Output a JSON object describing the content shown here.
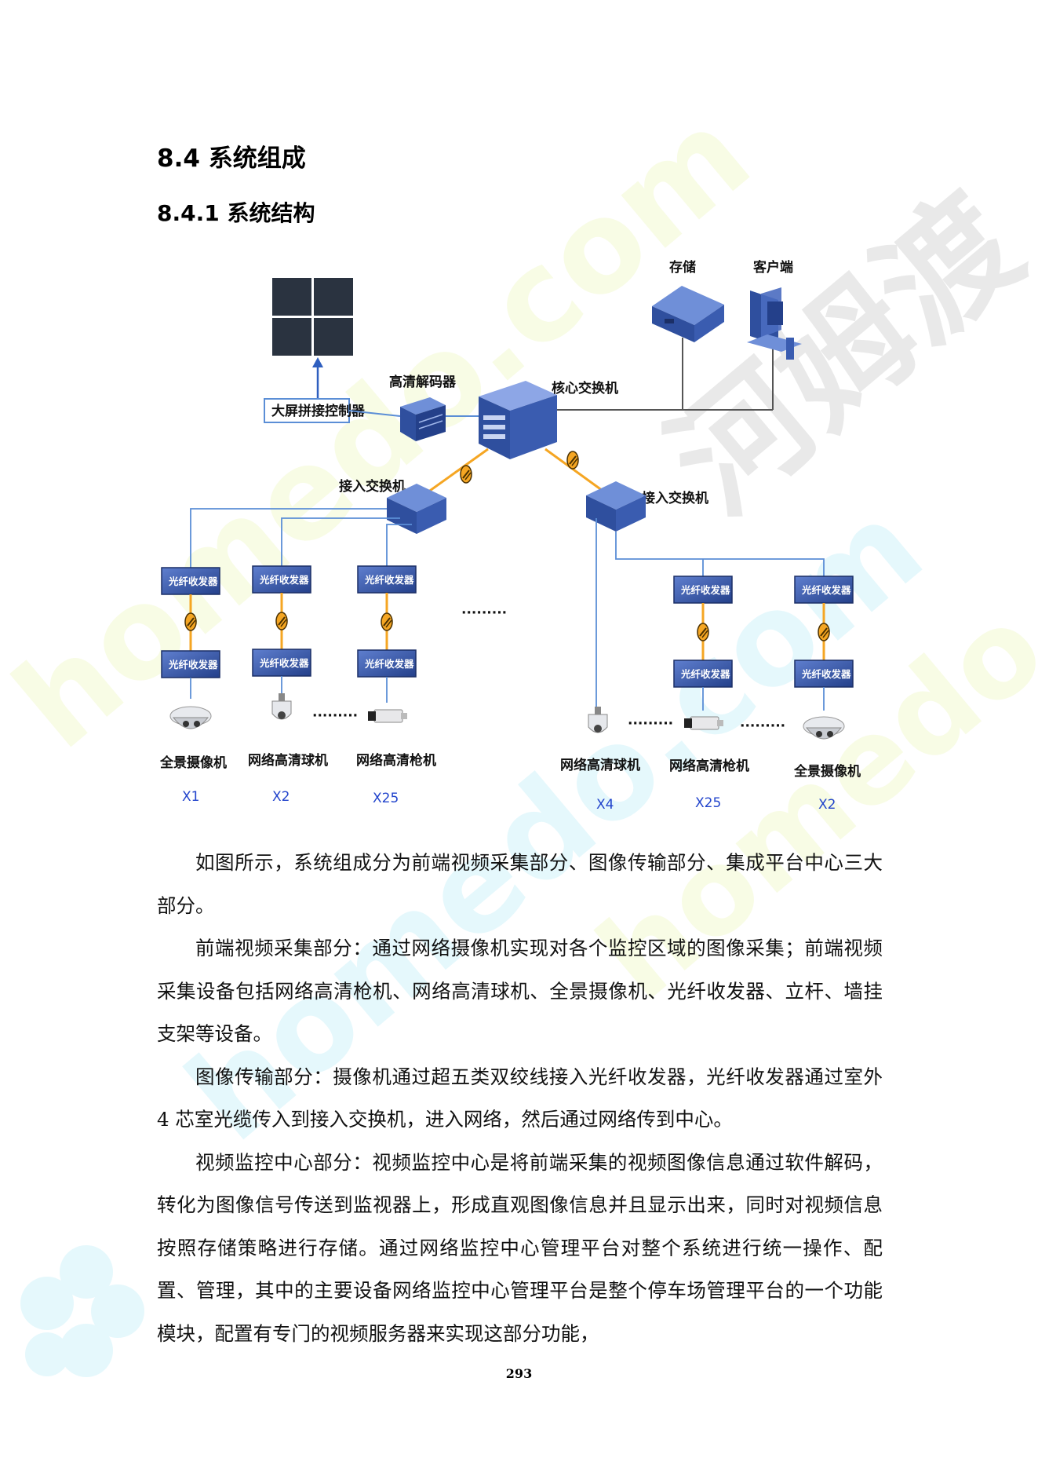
{
  "heading": {
    "section": "8.4  系统组成",
    "subsection": "8.4.1  系统结构"
  },
  "diagram": {
    "video_wall_controller": "大屏拼接控制器",
    "hd_decoder": "高清解码器",
    "core_switch": "核心交换机",
    "storage": "存储",
    "client": "客户端",
    "access_switch_left": "接入交换机",
    "access_switch_right": "接入交换机",
    "fiber_transceiver": "光纤收发器",
    "ellipsis": "·········",
    "cameras_left": [
      {
        "name": "全景摄像机",
        "count": "X1",
        "icon": "panoramic-camera-icon"
      },
      {
        "name": "网络高清球机",
        "count": "X2",
        "icon": "dome-camera-icon"
      },
      {
        "name": "网络高清枪机",
        "count": "X25",
        "icon": "bullet-camera-icon"
      }
    ],
    "cameras_right": [
      {
        "name": "网络高清球机",
        "count": "X4",
        "icon": "dome-camera-icon"
      },
      {
        "name": "网络高清枪机",
        "count": "X25",
        "icon": "bullet-camera-icon"
      },
      {
        "name": "全景摄像机",
        "count": "X2",
        "icon": "panoramic-camera-icon"
      }
    ],
    "colors": {
      "device_blue": "#2f4f9e",
      "fiber_orange": "#f5a623",
      "line_blue": "#5b8ed6",
      "label_blue": "#2244cc"
    }
  },
  "paragraphs": [
    "如图所示，系统组成分为前端视频采集部分、图像传输部分、集成平台中心三大部分。",
    "前端视频采集部分：通过网络摄像机实现对各个监控区域的图像采集；前端视频采集设备包括网络高清枪机、网络高清球机、全景摄像机、光纤收发器、立杆、墙挂支架等设备。",
    "图像传输部分：摄像机通过超五类双绞线接入光纤收发器，光纤收发器通过室外 4 芯室光缆传入到接入交换机，进入网络，然后通过网络传到中心。",
    "视频监控中心部分：视频监控中心是将前端采集的视频图像信息通过软件解码，转化为图像信号传送到监视器上，形成直观图像信息并且显示出来，同时对视频信息按照存储策略进行存储。通过网络监控中心管理平台对整个系统进行统一操作、配置、管理，其中的主要设备网络监控中心管理平台是整个停车场管理平台的一个功能模块，配置有专门的视频服务器来实现这部分功能，"
  ],
  "page_number": "293",
  "watermark": {
    "text_latin": "homedo.com",
    "text_cn": "河姆渡"
  }
}
